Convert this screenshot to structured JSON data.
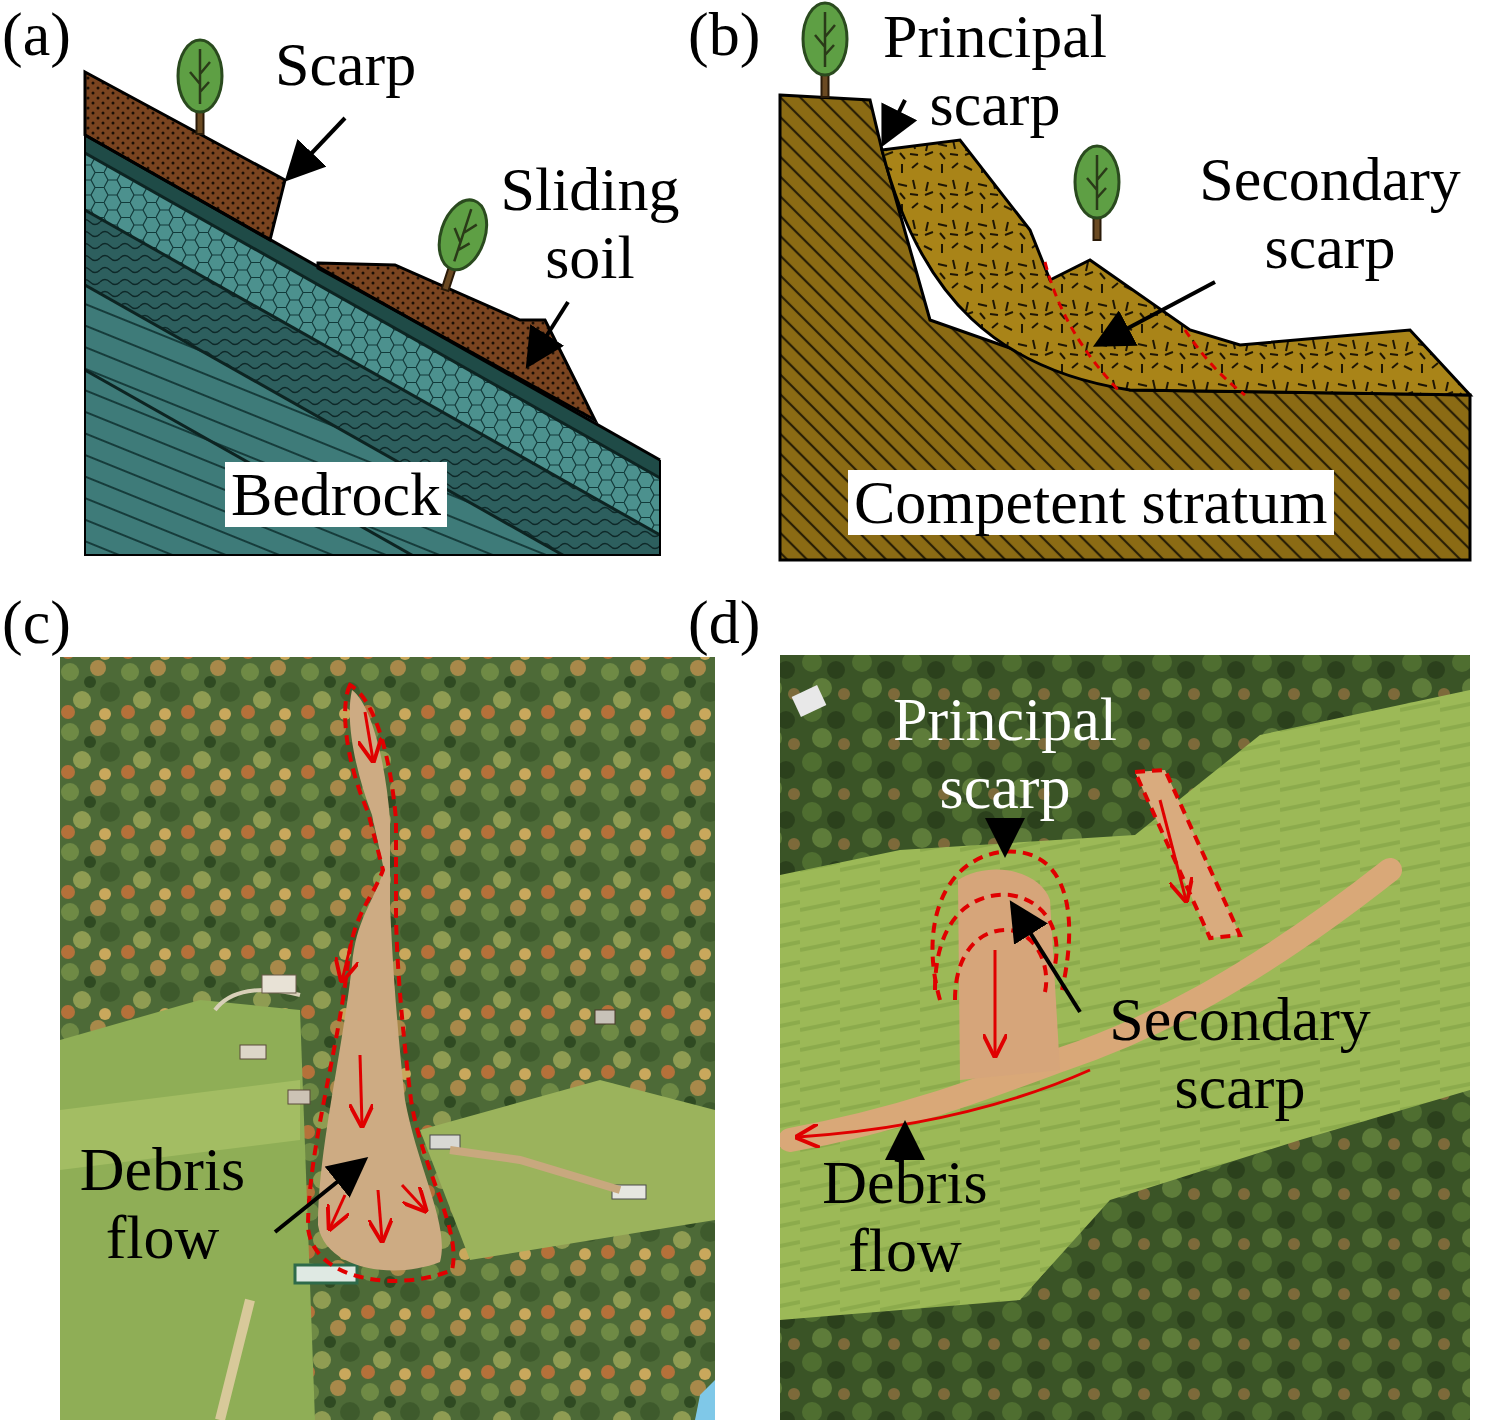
{
  "diagram": {
    "labels": [
      "(a)",
      "Scarp",
      "Sliding soil",
      "Bedrock",
      "(b)",
      "Principal scarp",
      "Secondary scarp",
      "Competent stratum",
      "(c)",
      "Debris flow",
      "(d)",
      "Principal scarp",
      "Secondary scarp",
      "Debris flow"
    ]
  }
}
